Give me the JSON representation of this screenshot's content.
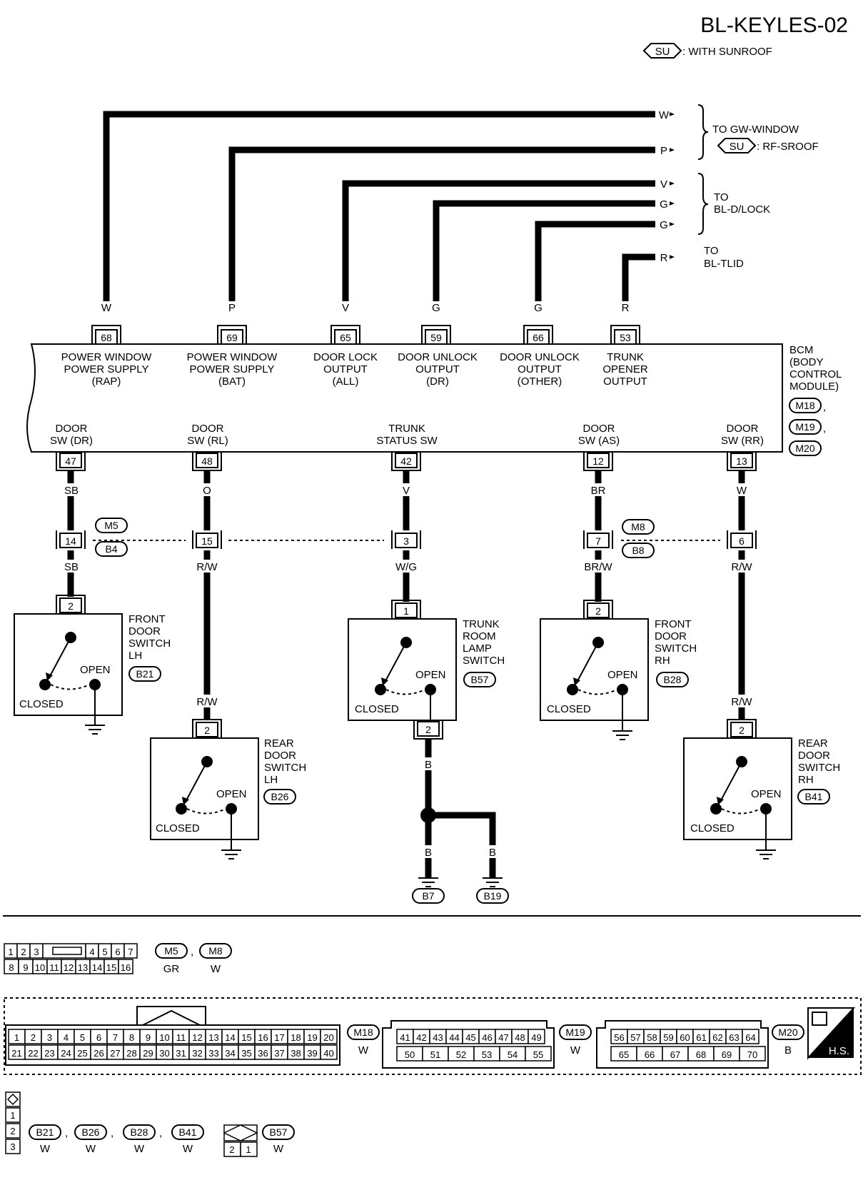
{
  "header": {
    "code": "BL-KEYLES-02",
    "su_tag": "SU",
    "su_note": ": WITH SUNROOF"
  },
  "destinations": {
    "gw_window": "TO GW-WINDOW",
    "rf_sroof": ": RF-SROOF",
    "to": "TO",
    "bl_dlock": "BL-D/LOCK",
    "bl_tlid": "BL-TLID"
  },
  "bcm": {
    "title_lines": [
      "BCM",
      "(BODY",
      "CONTROL",
      "MODULE)"
    ],
    "connectors": [
      "M18",
      "M19",
      "M20"
    ],
    "top_pins": [
      {
        "pin": "68",
        "wire": "W",
        "label": [
          "POWER WINDOW",
          "POWER SUPPLY",
          "(RAP)"
        ]
      },
      {
        "pin": "69",
        "wire": "P",
        "label": [
          "POWER WINDOW",
          "POWER SUPPLY",
          "(BAT)"
        ]
      },
      {
        "pin": "65",
        "wire": "V",
        "label": [
          "DOOR LOCK",
          "OUTPUT",
          "(ALL)"
        ]
      },
      {
        "pin": "59",
        "wire": "G",
        "label": [
          "DOOR UNLOCK",
          "OUTPUT",
          "(DR)"
        ]
      },
      {
        "pin": "66",
        "wire": "G",
        "label": [
          "DOOR UNLOCK",
          "OUTPUT",
          "(OTHER)"
        ]
      },
      {
        "pin": "53",
        "wire": "R",
        "label": [
          "TRUNK",
          "OPENER",
          "OUTPUT"
        ]
      }
    ],
    "bottom_pins": [
      {
        "pin": "47",
        "wire": "SB",
        "label": [
          "DOOR",
          "SW (DR)"
        ]
      },
      {
        "pin": "48",
        "wire": "O",
        "label": [
          "DOOR",
          "SW (RL)"
        ]
      },
      {
        "pin": "42",
        "wire": "V",
        "label": [
          "TRUNK",
          "STATUS SW"
        ]
      },
      {
        "pin": "12",
        "wire": "BR",
        "label": [
          "DOOR",
          "SW (AS)"
        ]
      },
      {
        "pin": "13",
        "wire": "W",
        "label": [
          "DOOR",
          "SW (RR)"
        ]
      }
    ]
  },
  "joints": [
    {
      "pin": "14",
      "wire": "SB"
    },
    {
      "pin": "15",
      "wire": "R/W"
    },
    {
      "pin": "3",
      "wire": "W/G"
    },
    {
      "pin": "7",
      "wire": "BR/W"
    },
    {
      "pin": "6",
      "wire": "R/W"
    }
  ],
  "joint_connectors": [
    "M5",
    "B4",
    "M8",
    "B8"
  ],
  "switches": [
    {
      "pin": "2",
      "name": [
        "FRONT",
        "DOOR",
        "SWITCH",
        "LH"
      ],
      "conn": "B21",
      "open": "OPEN",
      "closed": "CLOSED",
      "wire_in": ""
    },
    {
      "pin": "2",
      "name": [
        "REAR",
        "DOOR",
        "SWITCH",
        "LH"
      ],
      "conn": "B26",
      "open": "OPEN",
      "closed": "CLOSED",
      "wire_in": "R/W"
    },
    {
      "pin": "1",
      "name": [
        "TRUNK",
        "ROOM",
        "LAMP",
        "SWITCH"
      ],
      "conn": "B57",
      "open": "OPEN",
      "closed": "CLOSED",
      "wire_in": "",
      "out_pin": "2"
    },
    {
      "pin": "2",
      "name": [
        "FRONT",
        "DOOR",
        "SWITCH",
        "RH"
      ],
      "conn": "B28",
      "open": "OPEN",
      "closed": "CLOSED",
      "wire_in": ""
    },
    {
      "pin": "2",
      "name": [
        "REAR",
        "DOOR",
        "SWITCH",
        "RH"
      ],
      "conn": "B41",
      "open": "OPEN",
      "closed": "CLOSED",
      "wire_in": "R/W"
    }
  ],
  "grounds": {
    "wire": "B",
    "g1": "B7",
    "g2": "B19"
  },
  "connector_views": {
    "m5_m8": {
      "row1": [
        "1",
        "2",
        "3",
        "4",
        "5",
        "6",
        "7"
      ],
      "row2": [
        "8",
        "9",
        "10",
        "11",
        "12",
        "13",
        "14",
        "15",
        "16"
      ],
      "tags": [
        "M5",
        "M8"
      ],
      "colors": [
        "GR",
        "W"
      ]
    },
    "m18": {
      "tag": "M18",
      "color": "W",
      "row1": [
        "1",
        "2",
        "3",
        "4",
        "5",
        "6",
        "7",
        "8",
        "9",
        "10",
        "11",
        "12",
        "13",
        "14",
        "15",
        "16",
        "17",
        "18",
        "19",
        "20"
      ],
      "row2": [
        "21",
        "22",
        "23",
        "24",
        "25",
        "26",
        "27",
        "28",
        "29",
        "30",
        "31",
        "32",
        "33",
        "34",
        "35",
        "36",
        "37",
        "38",
        "39",
        "40"
      ]
    },
    "m19": {
      "tag": "M19",
      "color": "W",
      "row1": [
        "41",
        "42",
        "43",
        "44",
        "45",
        "46",
        "47",
        "48",
        "49"
      ],
      "row2": [
        "50",
        "51",
        "52",
        "53",
        "54",
        "55"
      ]
    },
    "m20": {
      "tag": "M20",
      "color": "B",
      "row1": [
        "56",
        "57",
        "58",
        "59",
        "60",
        "61",
        "62",
        "63",
        "64"
      ],
      "row2": [
        "65",
        "66",
        "67",
        "68",
        "69",
        "70"
      ]
    },
    "hs": "H.S.",
    "three_pin": [
      "1",
      "2",
      "3"
    ],
    "b_tags": [
      "B21",
      "B26",
      "B28",
      "B41",
      "B57"
    ],
    "b_colors": [
      "W",
      "W",
      "W",
      "W",
      "W"
    ],
    "two_pin": [
      "2",
      "1"
    ]
  }
}
